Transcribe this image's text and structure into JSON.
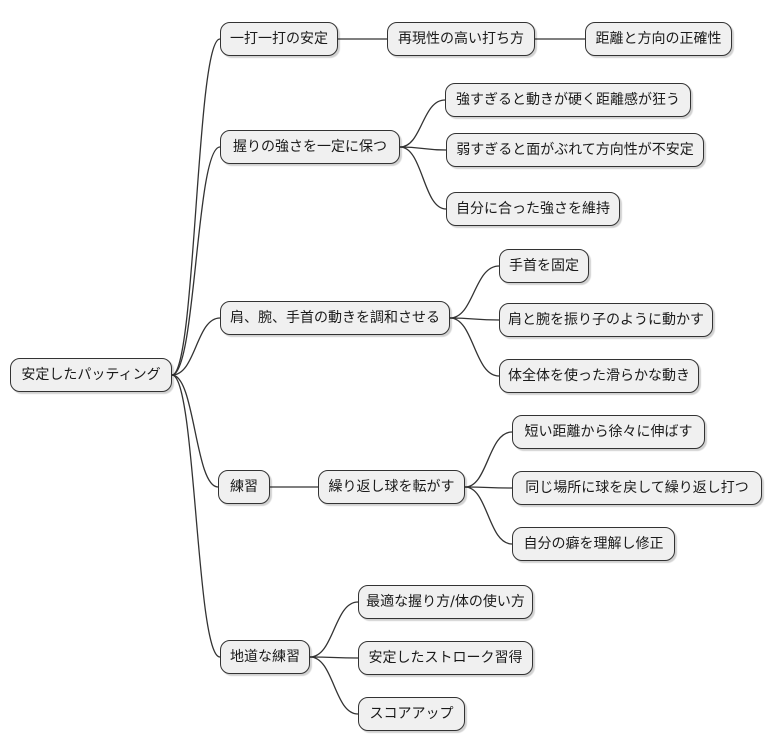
{
  "diagram": {
    "type": "mindmap",
    "root": {
      "label": "安定したパッティング"
    },
    "branches": [
      {
        "label": "一打一打の安定",
        "children": [
          {
            "label": "再現性の高い打ち方",
            "children": [
              {
                "label": "距離と方向の正確性"
              }
            ]
          }
        ]
      },
      {
        "label": "握りの強さを一定に保つ",
        "children": [
          {
            "label": "強すぎると動きが硬く距離感が狂う"
          },
          {
            "label": "弱すぎると面がぶれて方向性が不安定"
          },
          {
            "label": "自分に合った強さを維持"
          }
        ]
      },
      {
        "label": "肩、腕、手首の動きを調和させる",
        "children": [
          {
            "label": "手首を固定"
          },
          {
            "label": "肩と腕を振り子のように動かす"
          },
          {
            "label": "体全体を使った滑らかな動き"
          }
        ]
      },
      {
        "label": "練習",
        "children": [
          {
            "label": "繰り返し球を転がす",
            "children": [
              {
                "label": "短い距離から徐々に伸ばす"
              },
              {
                "label": "同じ場所に球を戻して繰り返し打つ"
              },
              {
                "label": "自分の癖を理解し修正"
              }
            ]
          }
        ]
      },
      {
        "label": "地道な練習",
        "children": [
          {
            "label": "最適な握り方/体の使い方"
          },
          {
            "label": "安定したストローク習得"
          },
          {
            "label": "スコアアップ"
          }
        ]
      }
    ],
    "colors": {
      "background": "#ffffff",
      "node_fill": "#f0f0f0",
      "node_border": "#333333",
      "edge": "#333333",
      "text": "#1a1a1a"
    }
  }
}
